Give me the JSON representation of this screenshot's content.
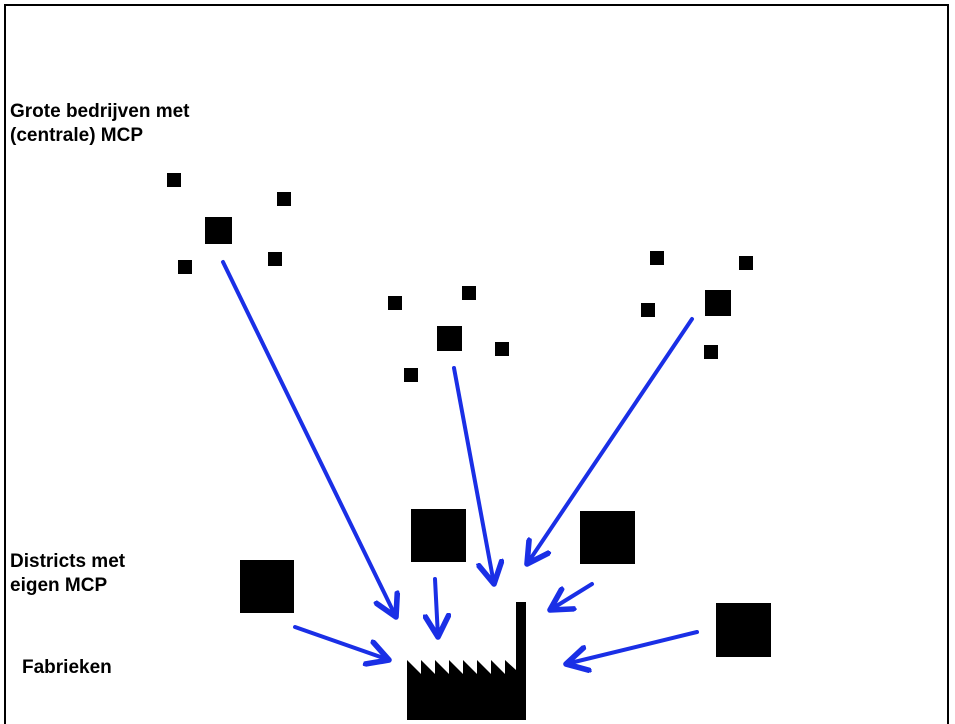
{
  "labels": {
    "large_companies": [
      "Grote bedrijven met",
      "(centrale) MCP"
    ],
    "districts": [
      "Districts met",
      "eigen MCP"
    ],
    "factories": "Fabrieken"
  },
  "colors": {
    "arrow": "#1a2fe6",
    "shape": "#000000",
    "background": "#ffffff",
    "border": "#000000"
  }
}
